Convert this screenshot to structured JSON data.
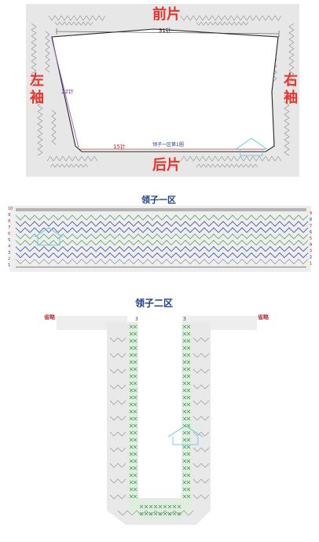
{
  "yoke": {
    "front_label": "前片",
    "back_label": "后片",
    "left_sleeve_label": "左袖",
    "right_sleeve_label": "右袖",
    "top_count": "31针",
    "bottom_count": "15针",
    "side_count": "22针",
    "start_note": "领子一区第1圈"
  },
  "collar_zone1": {
    "title": "领子一区",
    "left_row_numbers": [
      "10",
      "9",
      "8",
      "7",
      "6",
      "5",
      "4",
      "3",
      "2",
      "1"
    ],
    "right_row_numbers": [
      "9",
      "8",
      "7",
      "6",
      "5",
      "4",
      "3",
      "2",
      "1"
    ],
    "row_colors": {
      "green": "#5aa469",
      "blue": "#3a4fa8",
      "gray": "#9e9e9e",
      "dark": "#555555"
    }
  },
  "collar_zone2": {
    "title": "领子二区",
    "omit_left": "省略",
    "omit_right": "省略",
    "marker_left": "3",
    "marker_right": "3"
  },
  "colors": {
    "panel_bg": "#e7e7e7",
    "title_blue": "#1d3f8f",
    "label_red": "#e8342c",
    "green_stitch": "#4a9e5c",
    "watermark": "#5bc0d8"
  }
}
